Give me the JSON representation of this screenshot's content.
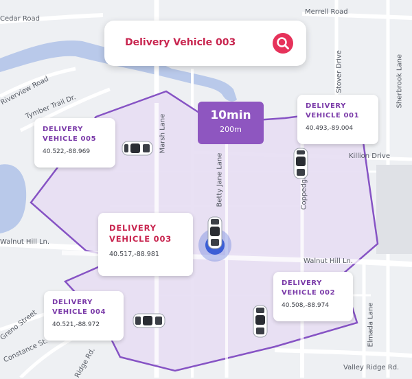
{
  "search": {
    "query": "Delivery Vehicle 003"
  },
  "eta": {
    "time": "10min",
    "distance": "200m"
  },
  "vehicles": [
    {
      "title_line1": "DELIVERY",
      "title_line2": "VEHICLE 005",
      "coords": "40.522,-88.969"
    },
    {
      "title_line1": "DELIVERY",
      "title_line2": "VEHICLE 001",
      "coords": "40.493,-89.004"
    },
    {
      "title_line1": "DELIVERY",
      "title_line2": "VEHICLE 003",
      "coords": "40.517,-88.981"
    },
    {
      "title_line1": "DELIVERY",
      "title_line2": "VEHICLE 004",
      "coords": "40.521,-88.972"
    },
    {
      "title_line1": "DELIVERY",
      "title_line2": "VEHICLE 002",
      "coords": "40.508,-88.974"
    }
  ],
  "streets": {
    "cedar_road": "Cedar Road",
    "merrell_road": "Merrell Road",
    "riverview_road": "Riverview Road",
    "timber_trail": "Tymber Trail Dr.",
    "marsh_lane": "Marsh Lane",
    "betty_jane_lane": "Betty Jane Lane",
    "coppedge": "Coppedge",
    "killion_drive": "Killion Drive",
    "sherbrook_lane": "Sherbrook Lane",
    "stover_drive": "Stover Drive",
    "walnut_hill_west": "Walnut Hill Ln.",
    "walnut_hill_east": "Walnut Hill Ln.",
    "greno_street": "Greno Street",
    "constance_st": "Constance St.",
    "ridge_rd": "Ridge Rd.",
    "elmada_lane": "Elmada Lane",
    "valley_ridge_rd": "Valley Ridge Rd."
  },
  "colors": {
    "zone_fill": "#e9e1f3",
    "zone_border": "#8653c4",
    "accent_red": "#c8254f",
    "water": "#b8c8e8"
  }
}
